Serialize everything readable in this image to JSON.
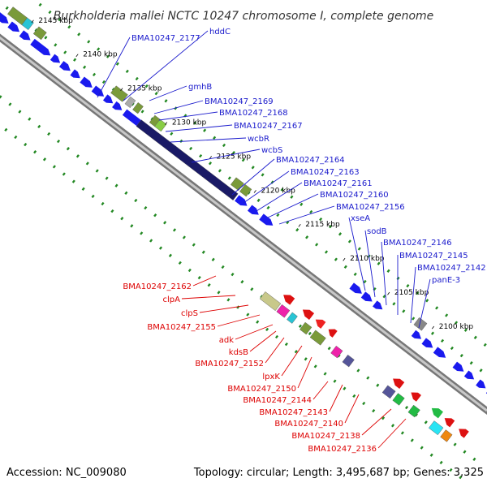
{
  "title": "Burkholderia mallei NCTC 10247 chromosome I, complete genome",
  "footer": {
    "accession": "Accession: NC_009080",
    "summary": "Topology: circular; Length: 3,495,687 bp; Genes: 3,325"
  },
  "colors": {
    "forward_label": "#1a1acc",
    "reverse_label": "#dd0000",
    "backbone": "#999999",
    "cds": "#1a1aee",
    "tick": "#228822"
  },
  "scale_ticks": [
    "2145 kbp",
    "2140 kbp",
    "2135 kbp",
    "2130 kbp",
    "2125 kbp",
    "2120 kbp",
    "2115 kbp",
    "2110 kbp",
    "2105 kbp",
    "2100 kbp"
  ],
  "forward_labels": [
    "BMA10247_2177",
    "hddC",
    "gmhB",
    "BMA10247_2169",
    "BMA10247_2168",
    "BMA10247_2167",
    "wcbR",
    "wcbS",
    "BMA10247_2164",
    "BMA10247_2163",
    "BMA10247_2161",
    "BMA10247_2160",
    "BMA10247_2156",
    "xseA",
    "sodB",
    "BMA10247_2146",
    "BMA10247_2145",
    "BMA10247_2142",
    "panE-3"
  ],
  "reverse_labels": [
    "BMA10247_2162",
    "clpA",
    "clpS",
    "BMA10247_2155",
    "adk",
    "kdsB",
    "BMA10247_2152",
    "lpxK",
    "BMA10247_2150",
    "BMA10247_2144",
    "BMA10247_2143",
    "BMA10247_2140",
    "BMA10247_2138",
    "BMA10247_2136"
  ]
}
